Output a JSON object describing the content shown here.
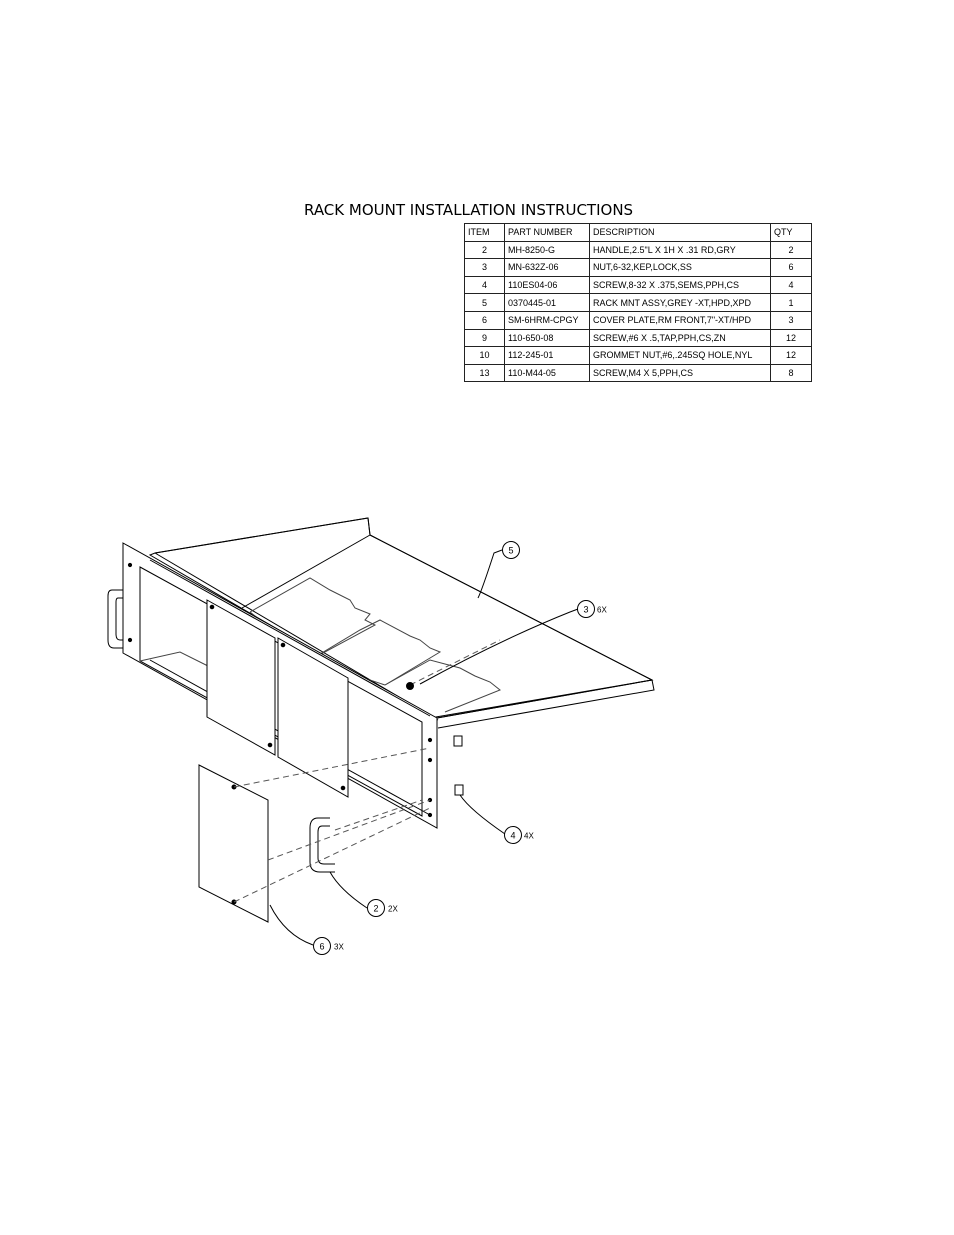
{
  "title": "RACK MOUNT INSTALLATION INSTRUCTIONS",
  "bom": {
    "headers": [
      "ITEM",
      "PART NUMBER",
      "DESCRIPTION",
      "QTY"
    ],
    "rows": [
      [
        "2",
        "MH-8250-G",
        "HANDLE,2.5\"L X 1H X .31 RD,GRY",
        "2"
      ],
      [
        "3",
        "MN-632Z-06",
        "NUT,6-32,KEP,LOCK,SS",
        "6"
      ],
      [
        "4",
        "110ES04-06",
        "SCREW,8-32 X .375,SEMS,PPH,CS",
        "4"
      ],
      [
        "5",
        "0370445-01",
        "RACK MNT ASSY,GREY -XT,HPD,XPD",
        "1"
      ],
      [
        "6",
        "SM-6HRM-CPGY",
        "COVER PLATE,RM FRONT,7\"-XT/HPD",
        "3"
      ],
      [
        "9",
        "110-650-08",
        "SCREW,#6 X .5,TAP,PPH,CS,ZN",
        "12"
      ],
      [
        "10",
        "112-245-01",
        "GROMMET NUT,#6,.245SQ HOLE,NYL",
        "12"
      ],
      [
        "13",
        "110-M44-05",
        "SCREW,M4 X 5,PPH,CS",
        "8"
      ]
    ]
  },
  "callouts": {
    "c5": {
      "num": "5",
      "qty": ""
    },
    "c3": {
      "num": "3",
      "qty": "6X"
    },
    "c4": {
      "num": "4",
      "qty": "4X"
    },
    "c2": {
      "num": "2",
      "qty": "2X"
    },
    "c6": {
      "num": "6",
      "qty": "3X"
    }
  }
}
